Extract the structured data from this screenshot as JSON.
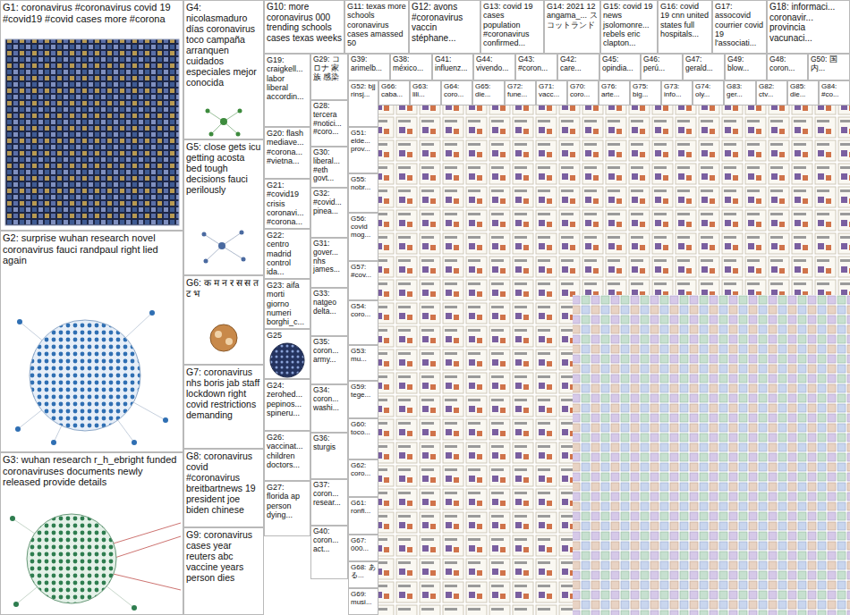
{
  "diagram": {
    "nodes": [
      {
        "text": [
          "G1: coronavirus #coronavirus covid 19 #covid19 #covid cases more #corona"
        ]
      },
      {
        "text": [
          "G2: surprise wuhan research novel coronavirus fauci randpaul right lied again"
        ]
      },
      {
        "text": [
          "G3: wuhan research r_h_ebright funded coronaviruses documents newly released provide details"
        ]
      },
      {
        "text": [
          "G4: nicolasmaduro días coronavirus toco campaña arranquen cuidados especiales mejor conocida"
        ]
      },
      {
        "text": [
          "G5: close gets icu getting acosta bed tough decisions fauci perilously"
        ]
      },
      {
        "text": [
          "G6: क म न र स स त ट भ"
        ]
      },
      {
        "text": [
          "G7: coronavirus nhs boris jab staff lockdown right covid restrictions demanding"
        ]
      },
      {
        "text": [
          "G8: coronavirus covid #coronavirus breitbartnews 19 president joe biden chinese"
        ]
      },
      {
        "text": [
          "G9: coronavirus cases year reuters abc vaccine years person dies"
        ]
      },
      {
        "text": [
          "G10: more coronavirus 000 trending schools cases texas weeks"
        ]
      },
      {
        "text": [
          "G11: texas more schools coronavirus cases amassed 50"
        ]
      },
      {
        "text": [
          "G12: avons #coronavirus vaccin stéphane..."
        ]
      },
      {
        "text": [
          "G13: covid 19 cases population #coronavirus confirmed..."
        ]
      },
      {
        "text": [
          "G14: 2021 12 angama_... スコットランド"
        ]
      },
      {
        "text": [
          "G15: covid 19 news jsolomonre... rebels eric clapton..."
        ]
      },
      {
        "text": [
          "G16: covid 19 cnn united states full hospitals..."
        ]
      },
      {
        "text": [
          "G17: assocovid courrier covid 19 l'associati..."
        ]
      },
      {
        "text": [
          "G18: informaci... coronavir... provincia vacunaci..."
        ]
      },
      {
        "text": [
          "G19: craigkell... labor liberal accordin..."
        ]
      },
      {
        "text": [
          "G20: flash mediave... #corona... #vietna..."
        ]
      },
      {
        "text": [
          "G21: #covid19 crisis coronavi... #corona..."
        ]
      },
      {
        "text": [
          "G22: centro madrid control ida..."
        ]
      },
      {
        "text": [
          "G23: aifa morti giorno numeri borghi_c..."
        ]
      },
      {
        "text": [
          "G25"
        ]
      },
      {
        "text": [
          "G24: zerohed... pepinos... spineru..."
        ]
      },
      {
        "text": [
          "G26: vaccinat... children doctors..."
        ]
      },
      {
        "text": [
          "G27: florida ap person dying..."
        ]
      },
      {
        "text": [
          "G29: コロナ 家族 感染"
        ]
      },
      {
        "text": [
          "G28: tercera #notici... #coro..."
        ]
      },
      {
        "text": [
          "G30: liberal... #eth govt..."
        ]
      },
      {
        "text": [
          "G32: #covid... pinea..."
        ]
      },
      {
        "text": [
          "G31: gover... nhs james..."
        ]
      },
      {
        "text": [
          "G33: natgeo delta..."
        ]
      },
      {
        "text": [
          "G35: coron... army..."
        ]
      },
      {
        "text": [
          "G34: coron... washi..."
        ]
      },
      {
        "text": [
          "G36: sturgis"
        ]
      },
      {
        "text": [
          "G37: coron... resear..."
        ]
      },
      {
        "text": [
          "G40: coron... act..."
        ]
      },
      {
        "text": [
          "G39: arimelb..."
        ]
      },
      {
        "text": [
          "G38: méxico..."
        ]
      },
      {
        "text": [
          "G41: influenz..."
        ]
      },
      {
        "text": [
          "G44: vivendo..."
        ]
      },
      {
        "text": [
          "G43: #coron..."
        ]
      },
      {
        "text": [
          "G42: care..."
        ]
      },
      {
        "text": [
          "G45: opindia..."
        ]
      },
      {
        "text": [
          "G46: perú..."
        ]
      },
      {
        "text": [
          "G47: gerald..."
        ]
      },
      {
        "text": [
          "G49: blow..."
        ]
      },
      {
        "text": [
          "G48: coron..."
        ]
      },
      {
        "text": [
          "G50: 国内..."
        ]
      },
      {
        "text": [
          "G52: bjj rinsj..."
        ]
      },
      {
        "text": [
          "G51: elde... prov..."
        ]
      },
      {
        "text": [
          "G55: nobr..."
        ]
      },
      {
        "text": [
          "G56: covid mog..."
        ]
      },
      {
        "text": [
          "G57: #cov..."
        ]
      },
      {
        "text": [
          "G54: coro..."
        ]
      },
      {
        "text": [
          "G53: mu..."
        ]
      },
      {
        "text": [
          "G59: tege..."
        ]
      },
      {
        "text": [
          "G60: toco..."
        ]
      },
      {
        "text": [
          "G62: coro..."
        ]
      },
      {
        "text": [
          "G61: ronfi..."
        ]
      },
      {
        "text": [
          "G67: 000..."
        ]
      },
      {
        "text": [
          "G68: ある..."
        ]
      },
      {
        "text": [
          "G69: musi..."
        ]
      },
      {
        "text": [
          "G66: caba..."
        ]
      },
      {
        "text": [
          "G63: lili..."
        ]
      },
      {
        "text": [
          "G64: coro..."
        ]
      },
      {
        "text": [
          "G65: die..."
        ]
      },
      {
        "text": [
          "G72: fune..."
        ]
      },
      {
        "text": [
          "G71: vacc..."
        ]
      },
      {
        "text": [
          "G70: coro..."
        ]
      },
      {
        "text": [
          "G76: arte..."
        ]
      },
      {
        "text": [
          "G75: big..."
        ]
      },
      {
        "text": [
          "G73: info..."
        ]
      },
      {
        "text": [
          "G74: oly..."
        ]
      },
      {
        "text": [
          "G83: ger..."
        ]
      },
      {
        "text": [
          "G82: ctv..."
        ]
      },
      {
        "text": [
          "G85: die..."
        ]
      },
      {
        "text": [
          "G84: #co..."
        ]
      }
    ]
  }
}
